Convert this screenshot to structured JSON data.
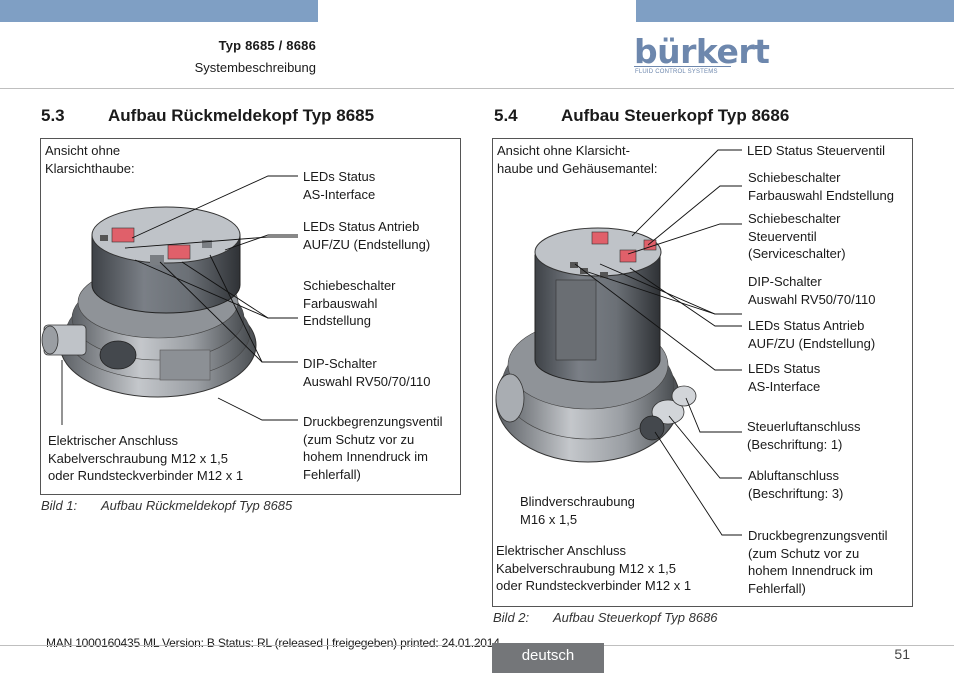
{
  "header": {
    "title": "Typ 8685 / 8686",
    "subtitle": "Systembeschreibung",
    "logo": {
      "word": "bürkert",
      "tagline": "FLUID CONTROL SYSTEMS"
    }
  },
  "section_left": {
    "number": "5.3",
    "title": "Aufbau Rückmeldekopf Typ 8685",
    "view_label": [
      "Ansicht ohne",
      "Klarsichthaube:"
    ],
    "callouts": {
      "leds_status": [
        "LEDs Status",
        "AS-Interface"
      ],
      "leds_antrieb": [
        "LEDs Status Antrieb",
        "AUF/ZU  (Endstellung)"
      ],
      "schiebeschalter": [
        "Schiebeschalter",
        "Farbauswahl",
        "Endstellung"
      ],
      "dip": [
        "DIP-Schalter",
        "Auswahl RV50/70/110"
      ],
      "druck": [
        "Druckbegrenzungsventil",
        "(zum Schutz vor zu",
        "hohem Innendruck im",
        "Fehlerfall)"
      ],
      "elektrisch": [
        "Elektrischer Anschluss",
        "Kabelverschraubung M12 x 1,5",
        "oder Rundsteckverbinder M12 x 1"
      ]
    },
    "caption_num": "Bild 1:",
    "caption_text": "Aufbau Rückmeldekopf Typ 8685"
  },
  "section_right": {
    "number": "5.4",
    "title": "Aufbau Steuerkopf Typ 8686",
    "view_label": [
      "Ansicht ohne Klarsicht-",
      "haube und Gehäusemantel:"
    ],
    "callouts": {
      "led_steuerventil": [
        "LED Status Steuerventil"
      ],
      "schiebe_farb": [
        "Schiebeschalter",
        "Farbauswahl Endstellung"
      ],
      "schiebe_steuer": [
        "Schiebeschalter",
        "Steuerventil",
        "(Serviceschalter)"
      ],
      "dip": [
        "DIP-Schalter",
        "Auswahl RV50/70/110"
      ],
      "leds_antrieb": [
        "LEDs Status Antrieb",
        "AUF/ZU (Endstellung)"
      ],
      "leds_status": [
        "LEDs Status",
        "AS-Interface"
      ],
      "steuerluft": [
        "Steuerluftanschluss",
        "(Beschriftung: 1)"
      ],
      "abluft": [
        "Abluftanschluss",
        "(Beschriftung: 3)"
      ],
      "blind": [
        "Blindverschraubung",
        "M16 x 1,5"
      ],
      "druck": [
        "Druckbegrenzungsventil",
        "(zum Schutz vor zu",
        "hohem Innendruck im",
        "Fehlerfall)"
      ],
      "elektrisch": [
        "Elektrischer Anschluss",
        "Kabelverschraubung M12 x 1,5",
        "oder Rundsteckverbinder M12 x 1"
      ]
    },
    "caption_num": "Bild 2:",
    "caption_text": "Aufbau Steuerkopf Typ 8686"
  },
  "footer": {
    "doc_info": "MAN  1000160435  ML  Version: B Status: RL (released | freigegeben)  printed: 24.01.2014",
    "language": "deutsch",
    "page": "51"
  },
  "colors": {
    "brand": "#6d87ad",
    "topbar": "#7f9fc4",
    "lang_tab": "#747679"
  }
}
